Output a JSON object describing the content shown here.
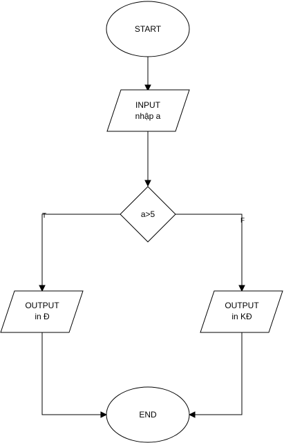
{
  "nodes": {
    "start": {
      "text": "START"
    },
    "input": {
      "line1": "INPUT",
      "line2": "nhập a"
    },
    "decision": {
      "text": "a>5"
    },
    "output_true": {
      "line1": "OUTPUT",
      "line2": "in Đ"
    },
    "output_false": {
      "line1": "OUTPUT",
      "line2": "in KĐ"
    },
    "end": {
      "text": "END"
    }
  },
  "edges": {
    "true_label": "T",
    "false_label": "F"
  }
}
